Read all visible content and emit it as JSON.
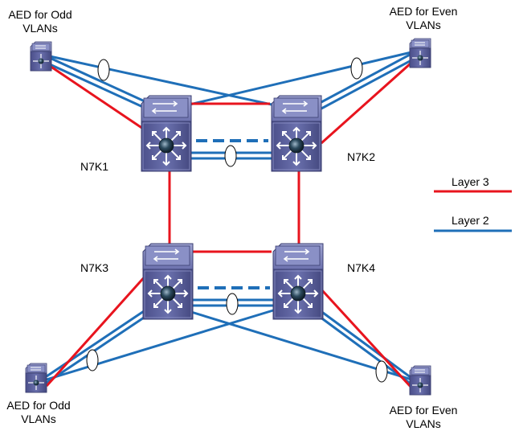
{
  "labels": {
    "aed_top_left": "AED for Odd\nVLANs",
    "aed_top_right": "AED for Even\nVLANs",
    "aed_bottom_left": "AED for Odd\nVLANs",
    "aed_bottom_right": "AED for Even\nVLANs"
  },
  "switches": {
    "n7k1": "N7K1",
    "n7k2": "N7K2",
    "n7k3": "N7K3",
    "n7k4": "N7K4"
  },
  "legend": {
    "layer3": "Layer 3",
    "layer2": "Layer 2"
  },
  "colors": {
    "layer3": "#e8141e",
    "layer2": "#1f6fb8",
    "switch_body": "#5a5f9c",
    "switch_top": "#7a80bb"
  }
}
